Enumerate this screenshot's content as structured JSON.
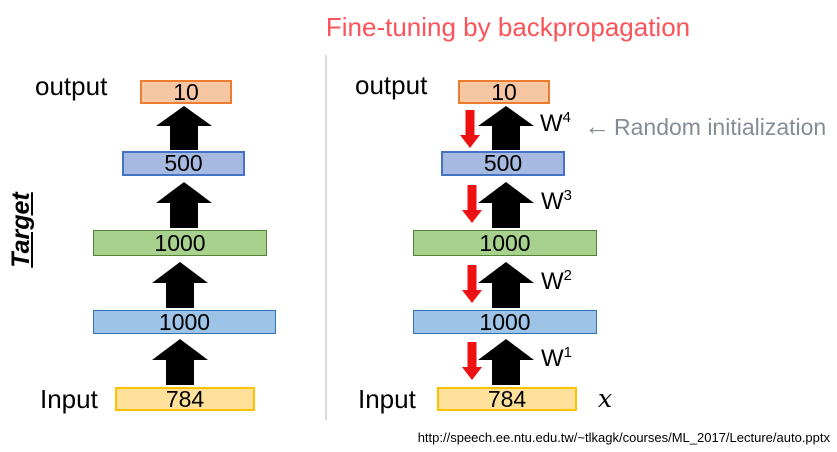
{
  "title": "Fine-tuning by backpropagation",
  "left_diagram": {
    "target_label": "Target",
    "output_label": "output",
    "input_label": "Input",
    "layers": [
      {
        "name": "output-layer",
        "value": "10"
      },
      {
        "name": "hidden-layer-500",
        "value": "500"
      },
      {
        "name": "hidden-layer-1000-green",
        "value": "1000"
      },
      {
        "name": "hidden-layer-1000-blue",
        "value": "1000"
      },
      {
        "name": "input-layer",
        "value": "784"
      }
    ]
  },
  "right_diagram": {
    "output_label": "output",
    "input_label": "Input",
    "x_label": "x",
    "layers": [
      {
        "name": "output-layer",
        "value": "10"
      },
      {
        "name": "hidden-layer-500",
        "value": "500"
      },
      {
        "name": "hidden-layer-1000-green",
        "value": "1000"
      },
      {
        "name": "hidden-layer-1000-blue",
        "value": "1000"
      },
      {
        "name": "input-layer",
        "value": "784"
      }
    ],
    "weights": [
      {
        "base": "W",
        "sup": "4"
      },
      {
        "base": "W",
        "sup": "3"
      },
      {
        "base": "W",
        "sup": "2"
      },
      {
        "base": "W",
        "sup": "1"
      }
    ],
    "annotation": {
      "arrow_glyph": "←",
      "text": "Random initialization"
    }
  },
  "footer": {
    "source_url": "http://speech.ee.ntu.edu.tw/~tlkagk/courses/ML_2017/Lecture/auto.pptx"
  },
  "colors": {
    "title": "#FB535A",
    "annotation_gray": "#848D96",
    "black_arrow": "#000000",
    "red_arrow": "#EE1111",
    "divider": "#D9D9D9",
    "layer_output_fill": "#F7C7A3",
    "layer_output_border": "#ED7D31",
    "layer_500_fill": "#A6B9E1",
    "layer_500_border": "#4472C4",
    "layer_1000_green_fill": "#A9D18E",
    "layer_1000_green_border": "#548235",
    "layer_1000_blue_fill": "#9DC3E6",
    "layer_1000_blue_border": "#2E75B6",
    "layer_input_fill": "#FFE19B",
    "layer_input_border": "#FFC000"
  }
}
